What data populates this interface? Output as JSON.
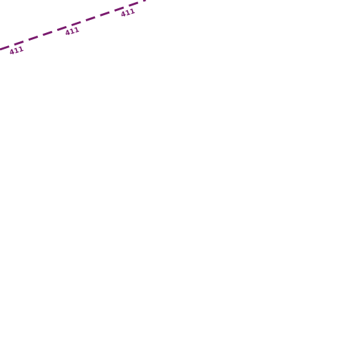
{
  "map": {
    "route": {
      "ref": "411",
      "color": "#7a1a6e",
      "style": "dashed"
    },
    "labels": [
      "411",
      "411",
      "411"
    ]
  }
}
